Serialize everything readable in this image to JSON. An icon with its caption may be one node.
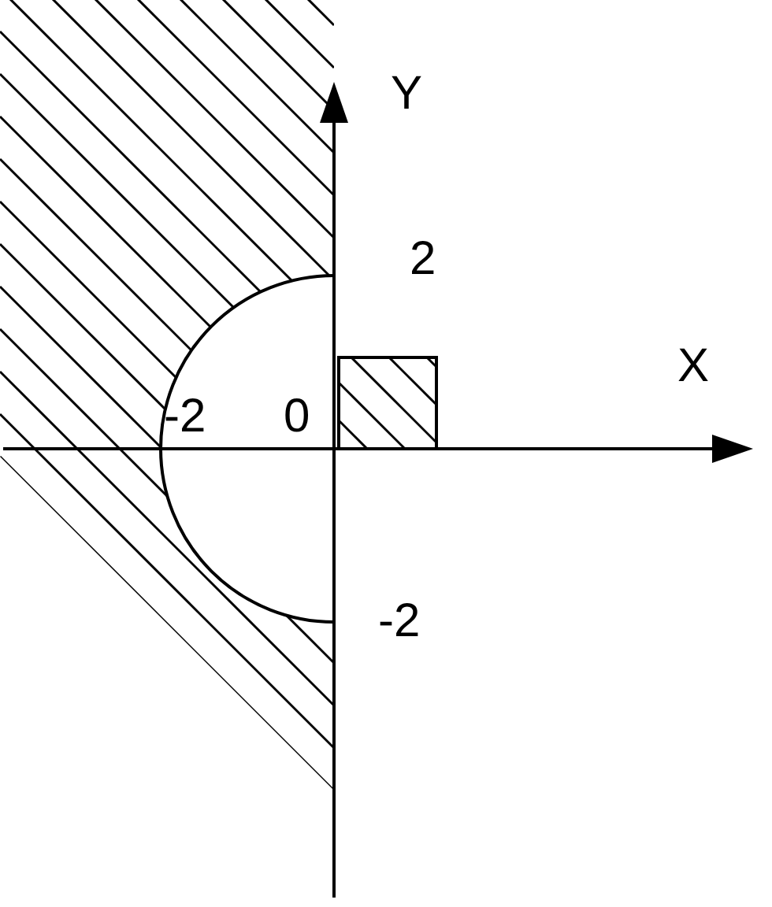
{
  "diagram": {
    "labels": [
      "Y",
      "2",
      "X",
      "-2",
      "0",
      "-2"
    ]
  }
}
